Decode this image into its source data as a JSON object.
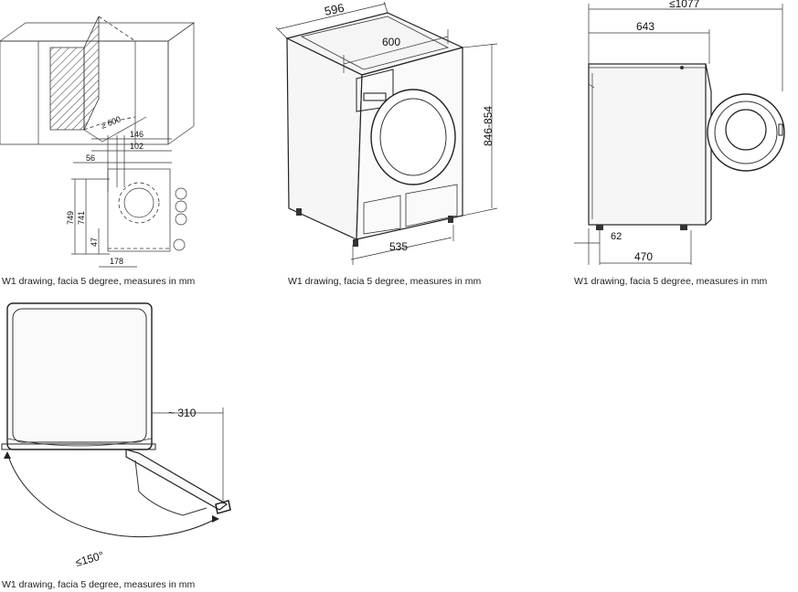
{
  "panels": [
    {
      "id": "installation-plan",
      "caption": "W1 drawing, facia 5 degree, measures in mm",
      "dimensions": {
        "niche_width": "≥ 600",
        "offset_146": "146",
        "offset_102": "102",
        "offset_56": "56",
        "height_749": "749",
        "height_741": "741",
        "height_47": "47",
        "width_178": "178"
      }
    },
    {
      "id": "front-perspective",
      "caption": "W1 drawing, facia 5 degree, measures in mm",
      "dimensions": {
        "overall_width": "596",
        "top_width": "600",
        "height": "846-854",
        "base_depth": "535"
      }
    },
    {
      "id": "side-view",
      "caption": "W1 drawing, facia 5 degree, measures in mm",
      "dimensions": {
        "total_depth_door_open": "≤1077",
        "body_depth": "643",
        "foot_offset": "62",
        "foot_span": "470"
      }
    },
    {
      "id": "top-view-door",
      "caption": "W1 drawing, facia 5 degree, measures in mm",
      "dimensions": {
        "door_projection": "~ 310",
        "door_angle": "≤150°"
      }
    }
  ]
}
